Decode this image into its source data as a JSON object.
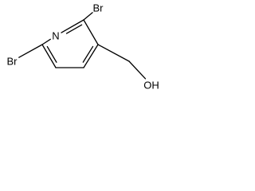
{
  "molecule": {
    "atoms": [
      {
        "id": "N1",
        "element": "N",
        "label": "N"
      },
      {
        "id": "C2",
        "element": "C"
      },
      {
        "id": "C3",
        "element": "C"
      },
      {
        "id": "C4",
        "element": "C"
      },
      {
        "id": "C5",
        "element": "C"
      },
      {
        "id": "C6",
        "element": "C"
      },
      {
        "id": "Br2",
        "element": "Br",
        "label": "Br"
      },
      {
        "id": "Br6",
        "element": "Br",
        "label": "Br"
      },
      {
        "id": "C7",
        "element": "C"
      },
      {
        "id": "O",
        "element": "O",
        "label": "OH"
      }
    ],
    "bonds": [
      {
        "from": "N1",
        "to": "C2",
        "order": 2
      },
      {
        "from": "C2",
        "to": "C3",
        "order": 1
      },
      {
        "from": "C3",
        "to": "C4",
        "order": 2
      },
      {
        "from": "C4",
        "to": "C5",
        "order": 1
      },
      {
        "from": "C5",
        "to": "C6",
        "order": 2
      },
      {
        "from": "C6",
        "to": "N1",
        "order": 1
      },
      {
        "from": "C2",
        "to": "Br2",
        "order": 1
      },
      {
        "from": "C6",
        "to": "Br6",
        "order": 1
      },
      {
        "from": "C3",
        "to": "C7",
        "order": 1
      },
      {
        "from": "C7",
        "to": "O",
        "order": 1
      }
    ]
  }
}
